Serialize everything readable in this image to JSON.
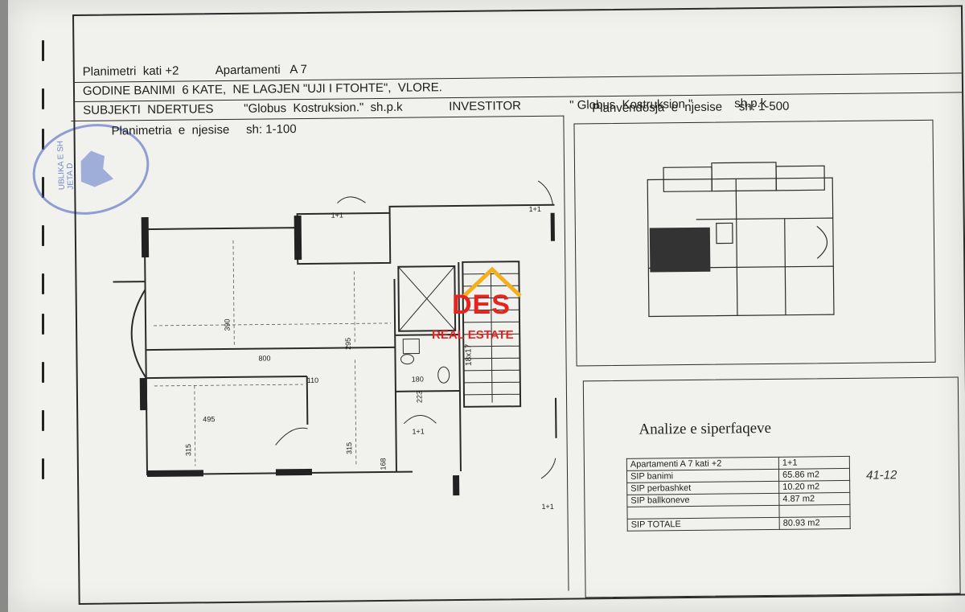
{
  "header": {
    "line1_a": "Planimetri  kati +2",
    "line1_b": "Apartamenti   A 7",
    "line2": "GODINE BANIMI  6 KATE,  NE LAGJEN \"UJI I FTOHTE\",  VLORE.",
    "line3_a": "SUBJEKTI  NDERTUES",
    "line3_b": "\"Globus  Kostruksion.\"  sh.p.k",
    "line3_c": "INVESTITOR",
    "line3_d": "\" Globus  Kostruksion \"",
    "line3_e": "sh.p.k"
  },
  "left_panel": {
    "title": "Planimetria  e  njesise     sh: 1-100"
  },
  "right_top": {
    "title": "Planvendosja  e  njesise     sh: 1-500"
  },
  "plan_labels": {
    "d800": "800",
    "d110": "110",
    "d495": "495",
    "d315a": "315",
    "d315b": "315",
    "d390": "390",
    "d295": "295",
    "d180": "180",
    "d223": "223",
    "d168": "168",
    "stair": "18x17",
    "door1": "1+1",
    "door2": "1+1",
    "door3": "1+1",
    "door4": "1+1"
  },
  "logo": {
    "name": "DES",
    "sub": "REAL ESTATE"
  },
  "stamp": {
    "text": "UBLIKA E SH\nJETA D"
  },
  "analysis": {
    "title": "Analize   e  siperfaqeve",
    "rows": [
      {
        "label": "Apartamenti  A 7  kati +2",
        "value": "1+1"
      },
      {
        "label": "SIP  banimi",
        "value": "65.86 m2"
      },
      {
        "label": "SIP  perbashket",
        "value": "10.20 m2"
      },
      {
        "label": "SIP  ballkoneve",
        "value": "4.87 m2"
      },
      {
        "label": "",
        "value": ""
      },
      {
        "label": "SIP  TOTALE",
        "value": "80.93 m2"
      }
    ],
    "note": "41-12"
  }
}
